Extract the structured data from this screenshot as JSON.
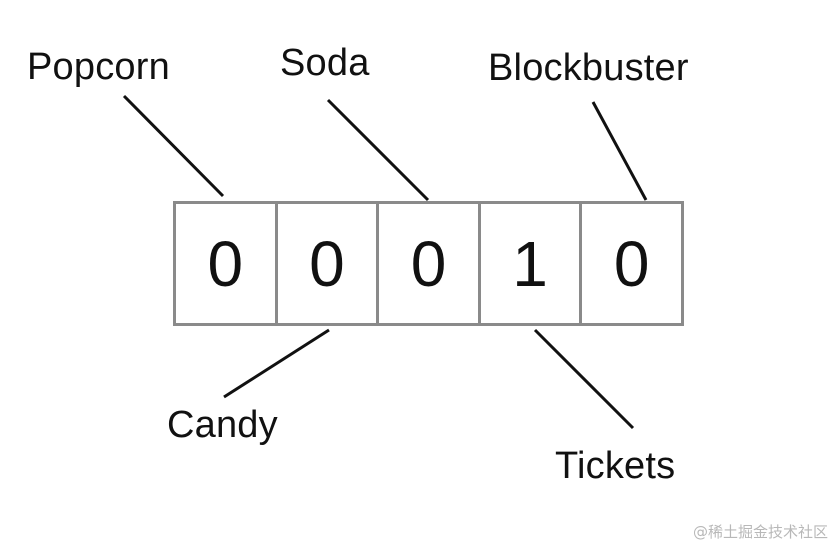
{
  "labels": {
    "popcorn": "Popcorn",
    "soda": "Soda",
    "blockbuster": "Blockbuster",
    "candy": "Candy",
    "tickets": "Tickets"
  },
  "bits": [
    "0",
    "0",
    "0",
    "1",
    "0"
  ],
  "watermark": "@稀土掘金技术社区",
  "colors": {
    "text": "#111111",
    "cell_border": "#8a8a8a",
    "leader_line": "#111111",
    "watermark": "#b8b8b8"
  }
}
